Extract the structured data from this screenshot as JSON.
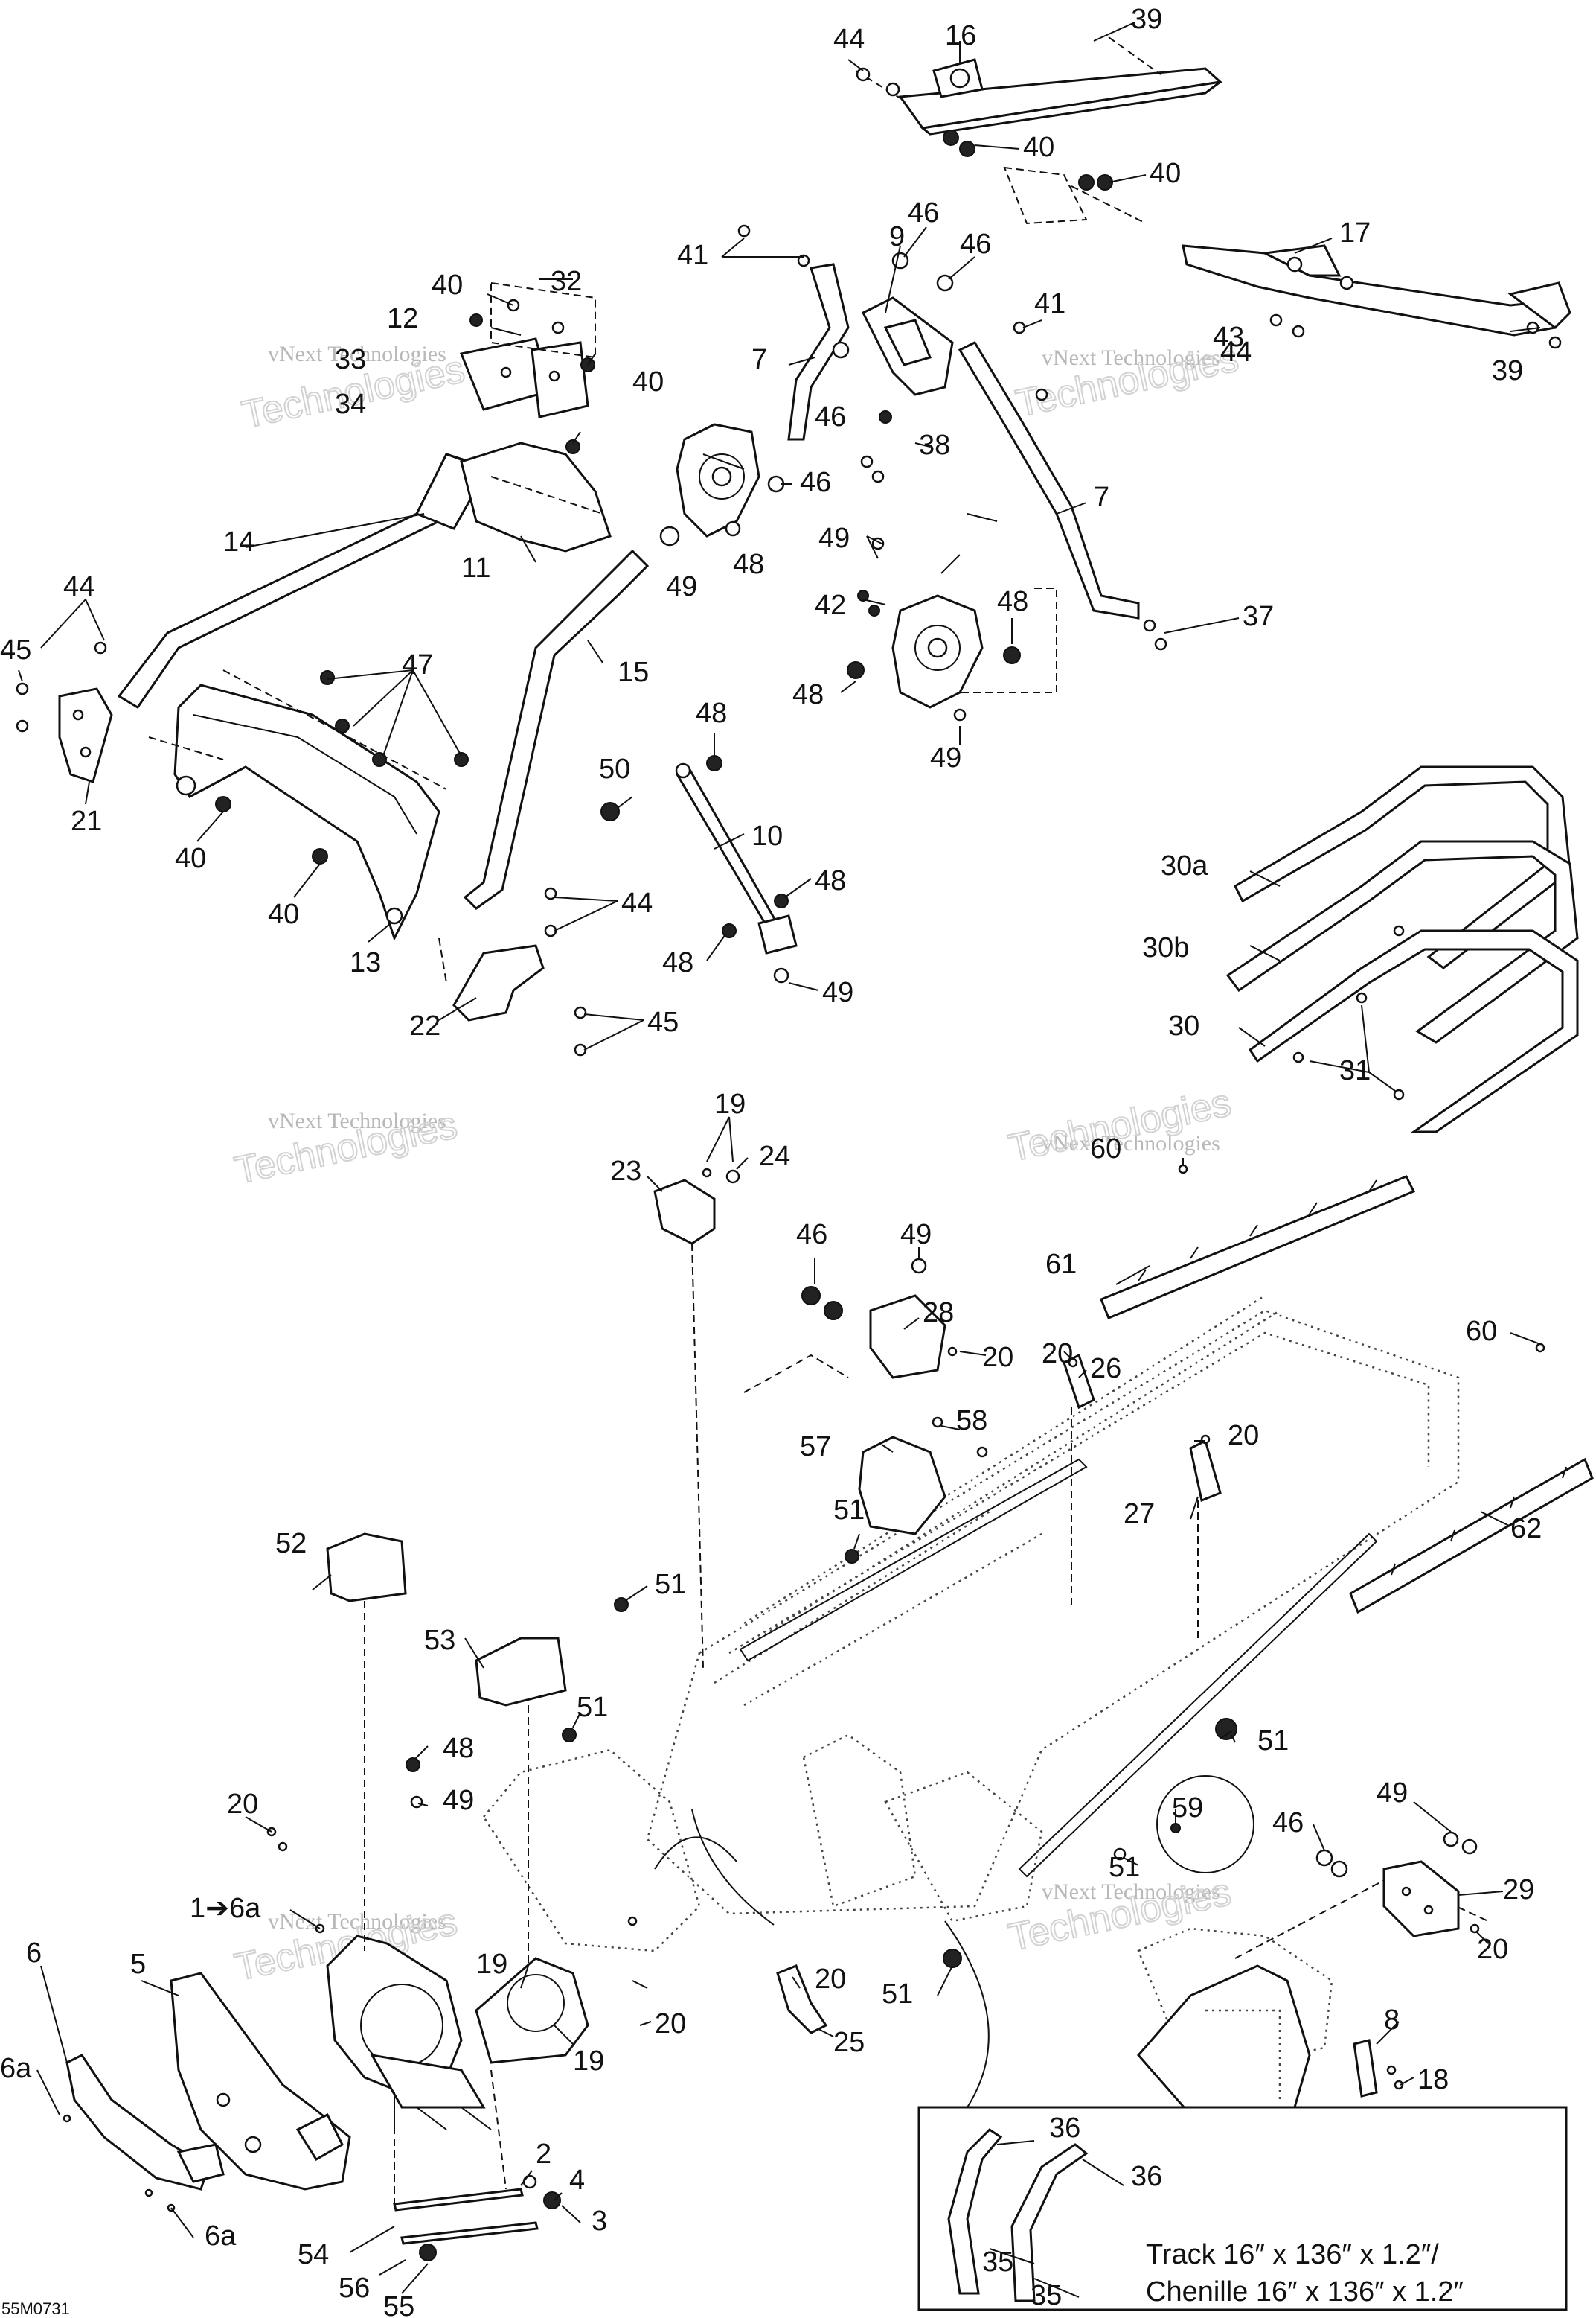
{
  "document_ref": "55M0731",
  "watermark": {
    "line1": "vNext",
    "line2": "vNext Technologies",
    "line3": "Technologies"
  },
  "callouts": {
    "c1_6a": "1➔6a",
    "c2": "2",
    "c3": "3",
    "c4": "4",
    "c5": "5",
    "c6": "6",
    "c6a_top": "6a",
    "c6a_bottom": "6a",
    "c7_left": "7",
    "c7_right": "7",
    "c8": "8",
    "c9": "9",
    "c10": "10",
    "c11": "11",
    "c12": "12",
    "c13": "13",
    "c14": "14",
    "c15": "15",
    "c16": "16",
    "c17": "17",
    "c18": "18",
    "c19_a": "19",
    "c19_b": "19",
    "c19_c": "19",
    "c20_a": "20",
    "c20_b": "20",
    "c20_c": "20",
    "c20_d": "20",
    "c20_e": "20",
    "c20_f": "20",
    "c20_g": "20",
    "c21": "21",
    "c22": "22",
    "c23": "23",
    "c24": "24",
    "c25": "25",
    "c26": "26",
    "c27": "27",
    "c28": "28",
    "c29": "29",
    "c30": "30",
    "c30a": "30a",
    "c30b": "30b",
    "c31": "31",
    "c32": "32",
    "c33": "33",
    "c34": "34",
    "c35_a": "35",
    "c35_b": "35",
    "c36_a": "36",
    "c36_b": "36",
    "c37": "37",
    "c38": "38",
    "c39_a": "39",
    "c39_b": "39",
    "c40_a": "40",
    "c40_b": "40",
    "c40_c": "40",
    "c40_d": "40",
    "c40_e": "40",
    "c40_f": "40",
    "c41_a": "41",
    "c41_b": "41",
    "c42": "42",
    "c43": "43",
    "c44_a": "44",
    "c44_b": "44",
    "c44_c": "44",
    "c44_d": "44",
    "c45_a": "45",
    "c45_b": "45",
    "c46_a": "46",
    "c46_b": "46",
    "c46_c": "46",
    "c46_d": "46",
    "c46_e": "46",
    "c46_f": "46",
    "c47": "47",
    "c48_a": "48",
    "c48_b": "48",
    "c48_c": "48",
    "c48_d": "48",
    "c48_e": "48",
    "c48_f": "48",
    "c49_a": "49",
    "c49_b": "49",
    "c49_c": "49",
    "c49_d": "49",
    "c49_e": "49",
    "c49_f": "49",
    "c49_g": "49",
    "c50": "50",
    "c51_a": "51",
    "c51_b": "51",
    "c51_c": "51",
    "c51_d": "51",
    "c51_e": "51",
    "c51_f": "51",
    "c52": "52",
    "c53": "53",
    "c54": "54",
    "c55": "55",
    "c56": "56",
    "c57": "57",
    "c58": "58",
    "c59": "59",
    "c60_a": "60",
    "c60_b": "60",
    "c61": "61",
    "c62": "62"
  },
  "inset_note": {
    "line1": "Track 16″ x 136″ x 1.2″/",
    "line2": "Chenille 16″ x 136″ x 1.2″"
  }
}
